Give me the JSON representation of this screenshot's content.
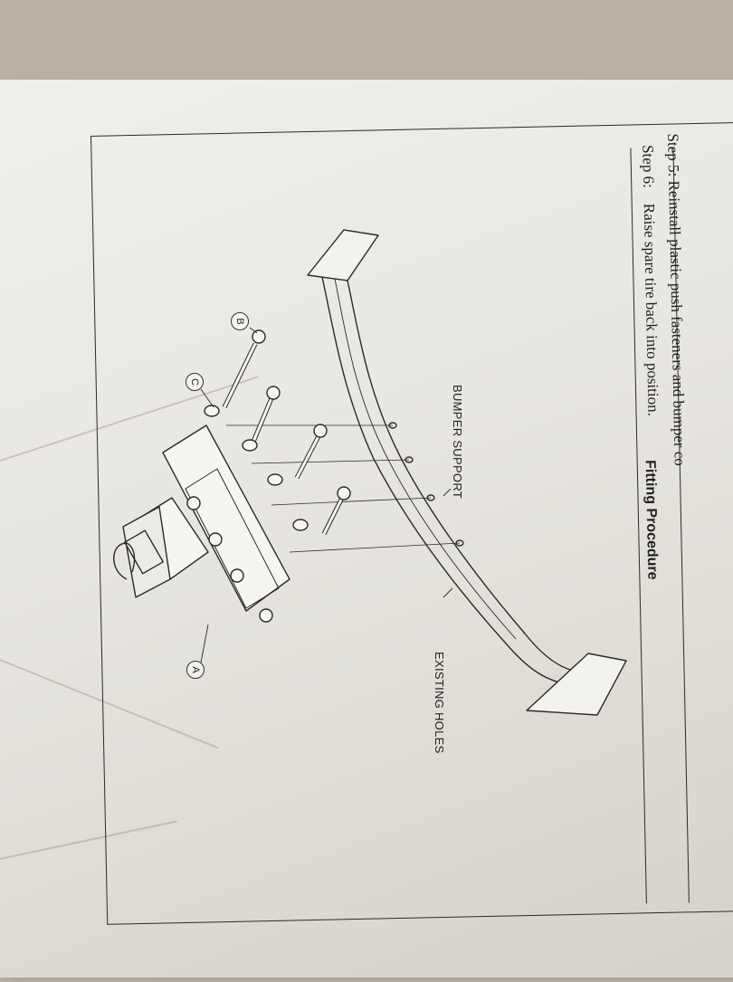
{
  "document": {
    "step5_label": "Step 5:",
    "step5_text": "Reinstall plastic push fasteners and bumper co",
    "step6_label": "Step 6:",
    "step6_text": "Raise spare tire back into position.",
    "section_title": "Fitting Procedure"
  },
  "diagram": {
    "label_bumper_support": "BUMPER SUPPORT",
    "label_existing_holes": "EXISTING HOLES",
    "callout_a": "A",
    "callout_b": "B",
    "callout_c": "C"
  },
  "colors": {
    "ink": "#202020",
    "paper": "#ebe9e4",
    "background": "#b9b2a6"
  }
}
